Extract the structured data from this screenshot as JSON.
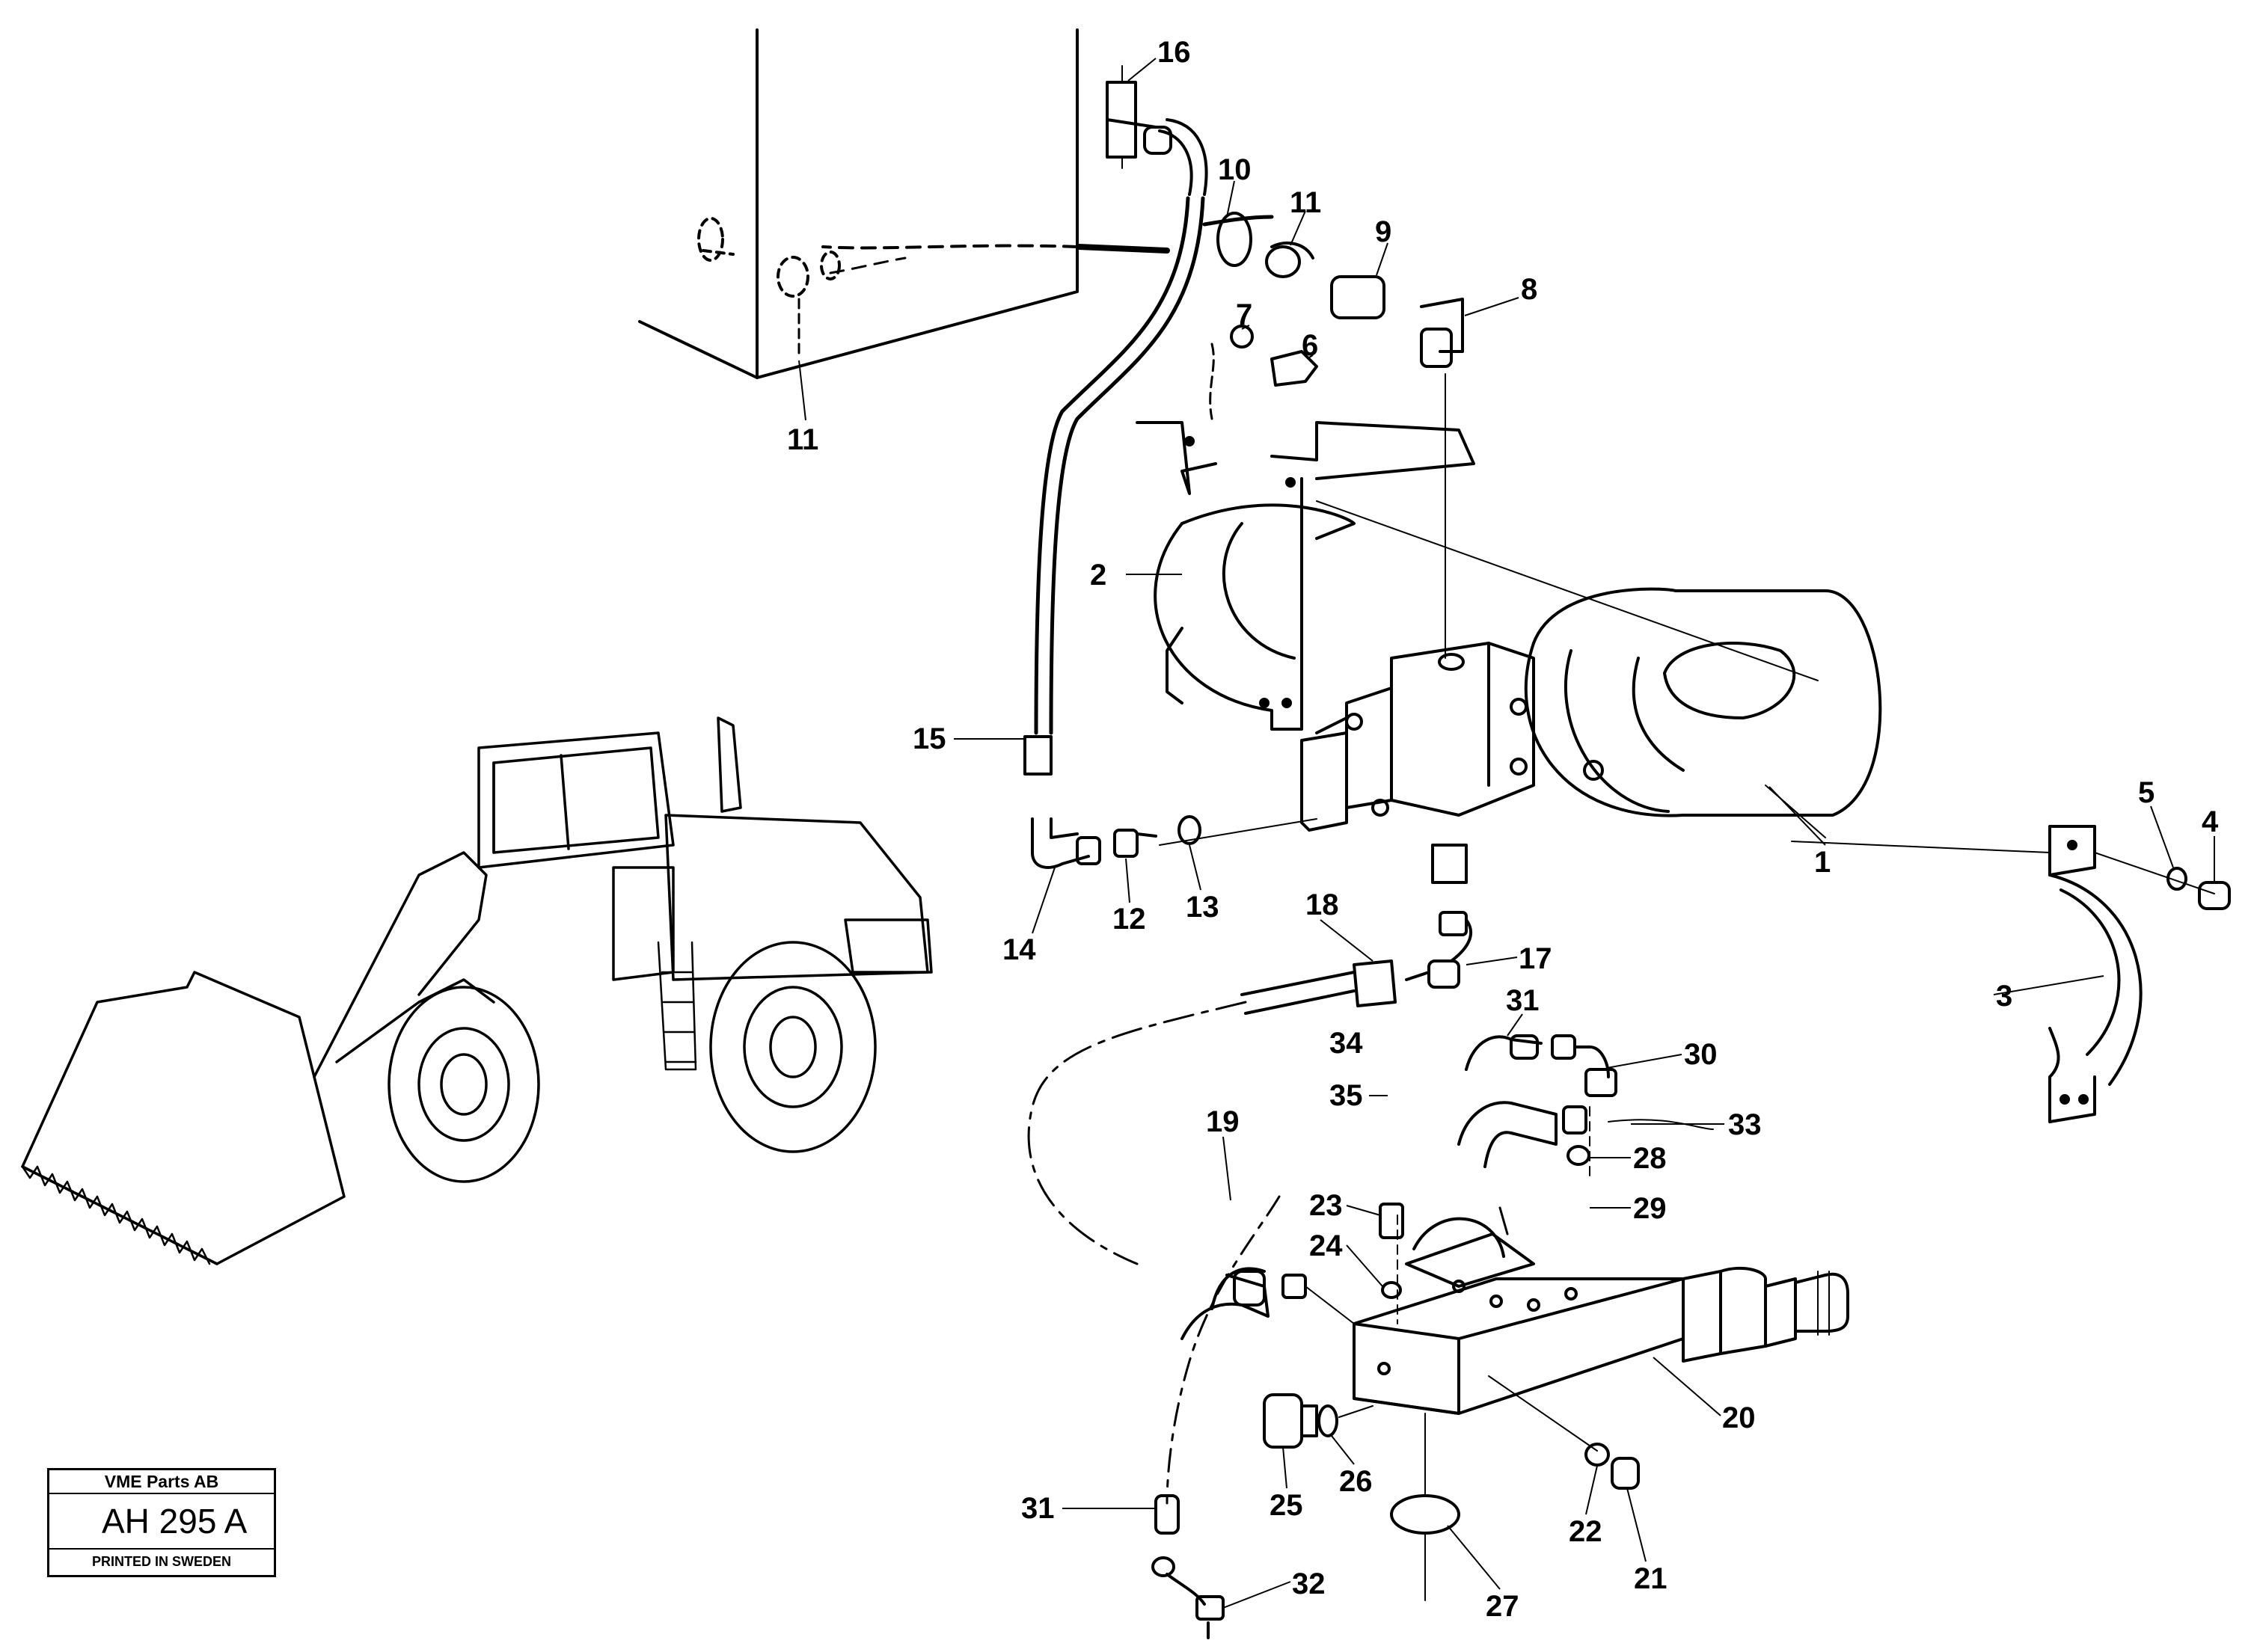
{
  "callouts": [
    {
      "id": "1",
      "text": "1"
    },
    {
      "id": "2",
      "text": "2"
    },
    {
      "id": "3",
      "text": "3"
    },
    {
      "id": "4",
      "text": "4"
    },
    {
      "id": "5",
      "text": "5"
    },
    {
      "id": "6",
      "text": "6"
    },
    {
      "id": "7",
      "text": "7"
    },
    {
      "id": "8",
      "text": "8"
    },
    {
      "id": "9",
      "text": "9"
    },
    {
      "id": "10",
      "text": "10"
    },
    {
      "id": "11a",
      "text": "11"
    },
    {
      "id": "11b",
      "text": "11"
    },
    {
      "id": "12",
      "text": "12"
    },
    {
      "id": "13",
      "text": "13"
    },
    {
      "id": "14",
      "text": "14"
    },
    {
      "id": "15",
      "text": "15"
    },
    {
      "id": "16",
      "text": "16"
    },
    {
      "id": "17",
      "text": "17"
    },
    {
      "id": "18",
      "text": "18"
    },
    {
      "id": "19",
      "text": "19"
    },
    {
      "id": "20",
      "text": "20"
    },
    {
      "id": "21",
      "text": "21"
    },
    {
      "id": "22",
      "text": "22"
    },
    {
      "id": "23",
      "text": "23"
    },
    {
      "id": "24",
      "text": "24"
    },
    {
      "id": "25",
      "text": "25"
    },
    {
      "id": "26",
      "text": "26"
    },
    {
      "id": "27",
      "text": "27"
    },
    {
      "id": "28",
      "text": "28"
    },
    {
      "id": "29",
      "text": "29"
    },
    {
      "id": "30",
      "text": "30"
    },
    {
      "id": "31a",
      "text": "31"
    },
    {
      "id": "31b",
      "text": "31"
    },
    {
      "id": "32",
      "text": "32"
    },
    {
      "id": "33",
      "text": "33"
    },
    {
      "id": "34",
      "text": "34"
    },
    {
      "id": "35",
      "text": "35"
    }
  ],
  "stamp": {
    "company": "VME Parts AB",
    "code": "AH 295 A",
    "printed": "PRINTED IN SWEDEN"
  }
}
